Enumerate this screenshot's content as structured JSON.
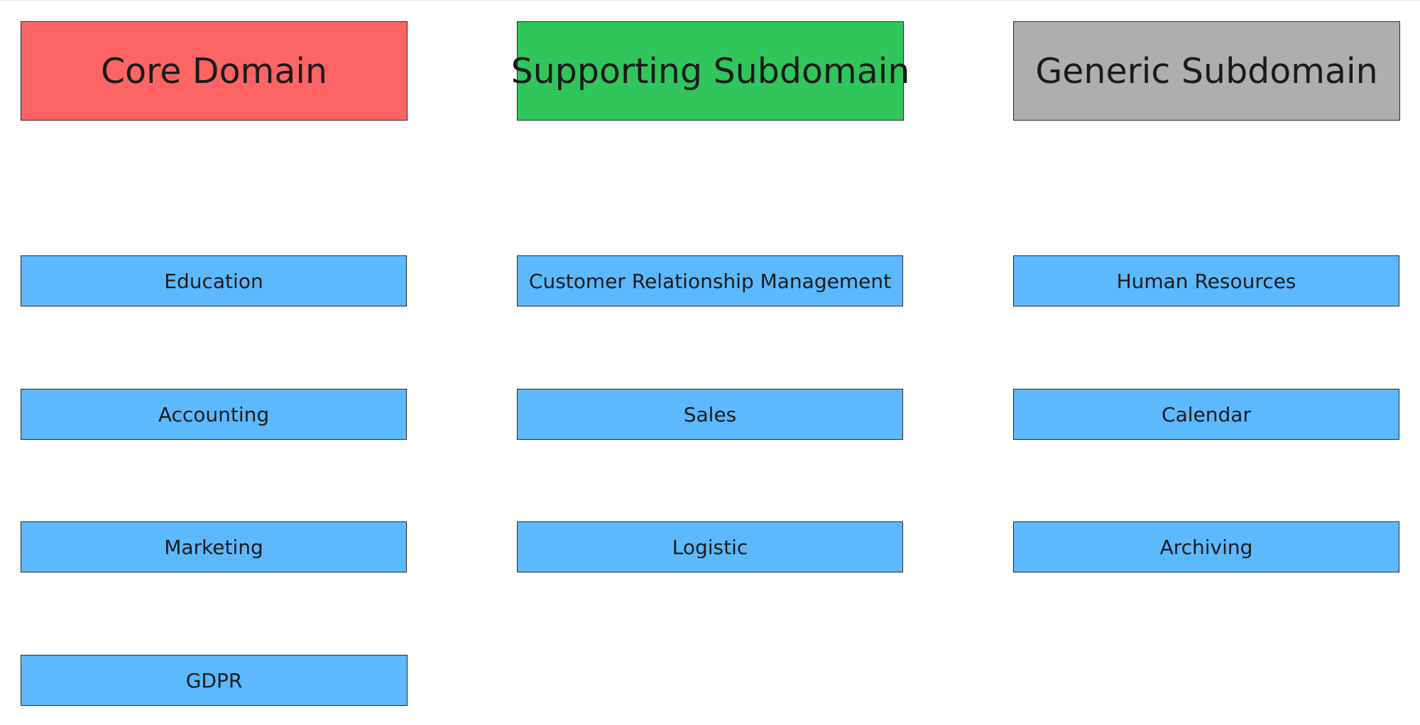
{
  "columns": [
    {
      "header": "Core Domain",
      "color": "#ff6464",
      "items": [
        "Education",
        "Accounting",
        "Marketing",
        "GDPR"
      ]
    },
    {
      "header": "Supporting Subdomain",
      "color": "#30c65b",
      "items": [
        "Customer Relationship Management",
        "Sales",
        "Logistic"
      ]
    },
    {
      "header": "Generic Subdomain",
      "color": "#aeaeae",
      "items": [
        "Human Resources",
        "Calendar",
        "Archiving"
      ]
    }
  ],
  "item_color": "#5cb9fe"
}
